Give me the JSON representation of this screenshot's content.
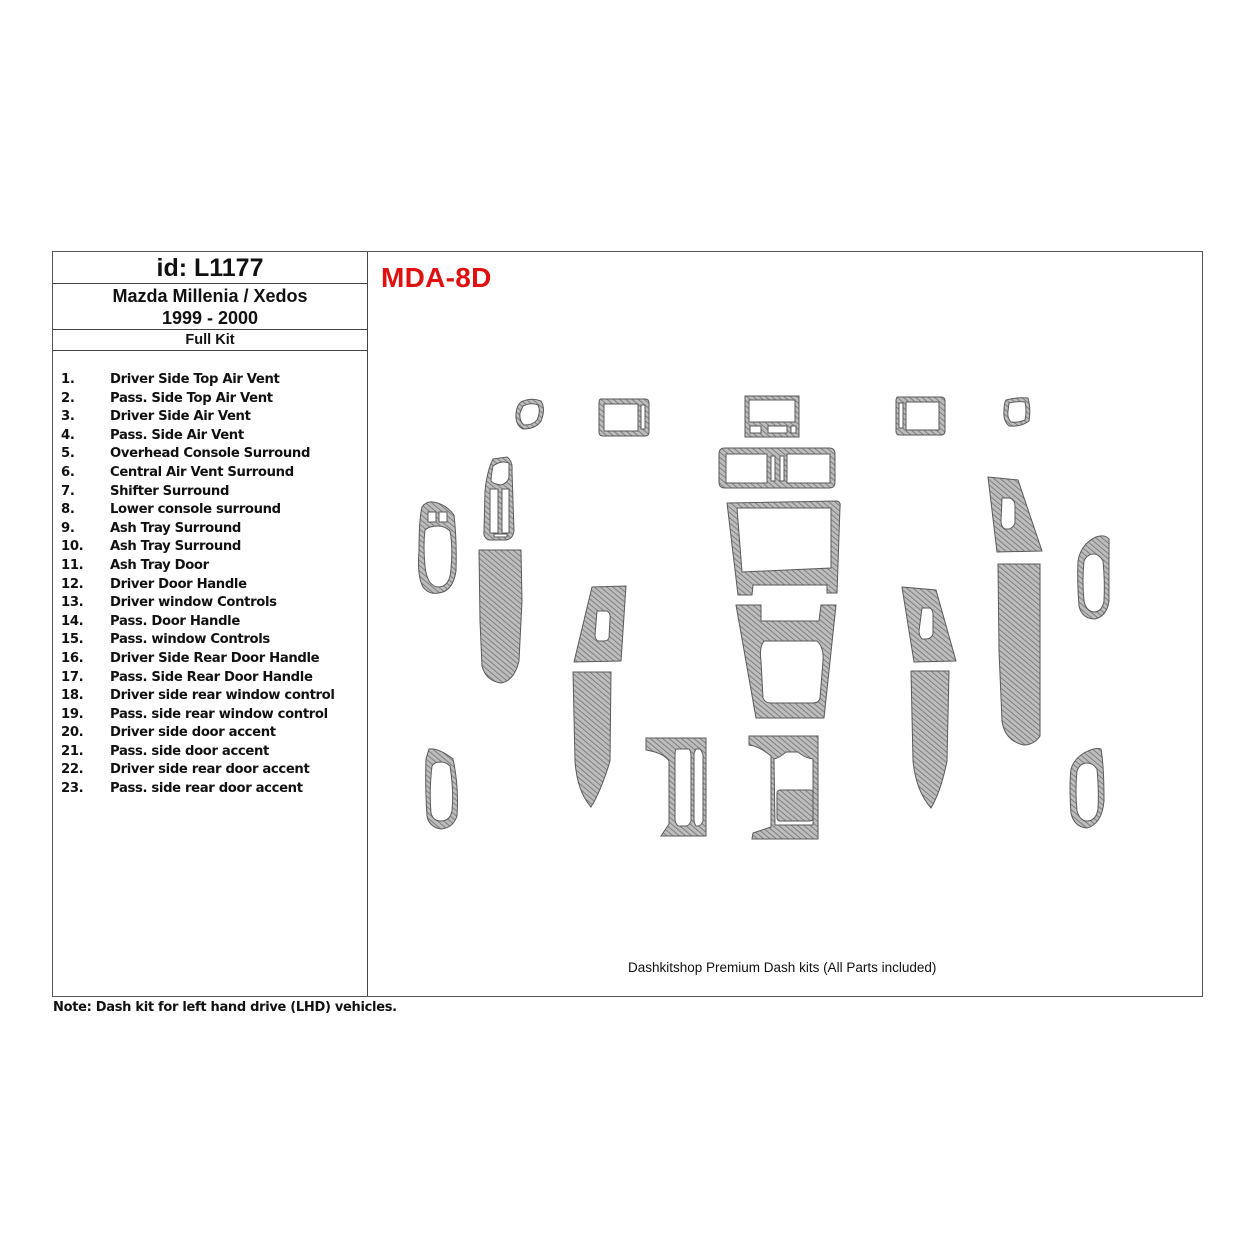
{
  "header": {
    "id_label": "id: L1177",
    "model_line1": "Mazda Millenia / Xedos",
    "model_line2": "1999 - 2000",
    "kit_type": "Full Kit"
  },
  "product_code": "MDA-8D",
  "product_code_color": "#e01010",
  "parts": [
    {
      "num": "1.",
      "name": "Driver Side Top Air Vent"
    },
    {
      "num": "2.",
      "name": "Pass. Side Top Air Vent"
    },
    {
      "num": "3.",
      "name": "Driver Side Air Vent"
    },
    {
      "num": "4.",
      "name": "Pass. Side Air Vent"
    },
    {
      "num": "5.",
      "name": "Overhead Console Surround"
    },
    {
      "num": "6.",
      "name": "Central Air Vent Surround"
    },
    {
      "num": "7.",
      "name": "Shifter Surround"
    },
    {
      "num": "8.",
      "name": "Lower console surround"
    },
    {
      "num": "9.",
      "name": "Ash Tray Surround"
    },
    {
      "num": "10.",
      "name": "Ash Tray Surround"
    },
    {
      "num": "11.",
      "name": "Ash Tray Door"
    },
    {
      "num": "12.",
      "name": "Driver Door Handle"
    },
    {
      "num": "13.",
      "name": "Driver window Controls"
    },
    {
      "num": "14.",
      "name": "Pass. Door Handle"
    },
    {
      "num": "15.",
      "name": "Pass. window Controls"
    },
    {
      "num": "16.",
      "name": "Driver Side Rear Door Handle"
    },
    {
      "num": "17.",
      "name": "Pass. Side Rear Door Handle"
    },
    {
      "num": "18.",
      "name": "Driver side rear window control"
    },
    {
      "num": "19.",
      "name": "Pass. side rear window control"
    },
    {
      "num": "20.",
      "name": "Driver side door accent"
    },
    {
      "num": "21.",
      "name": "Pass. side door accent"
    },
    {
      "num": "22.",
      "name": "Driver side rear door accent"
    },
    {
      "num": "23.",
      "name": "Pass. side rear door accent"
    }
  ],
  "diagram": {
    "caption": "Dashkitshop Premium Dash kits (All Parts included)",
    "part_fill": "#a9a9a9",
    "part_stroke": "#5a5a5a"
  },
  "note": "Note: Dash kit for left hand drive (LHD)  vehicles."
}
